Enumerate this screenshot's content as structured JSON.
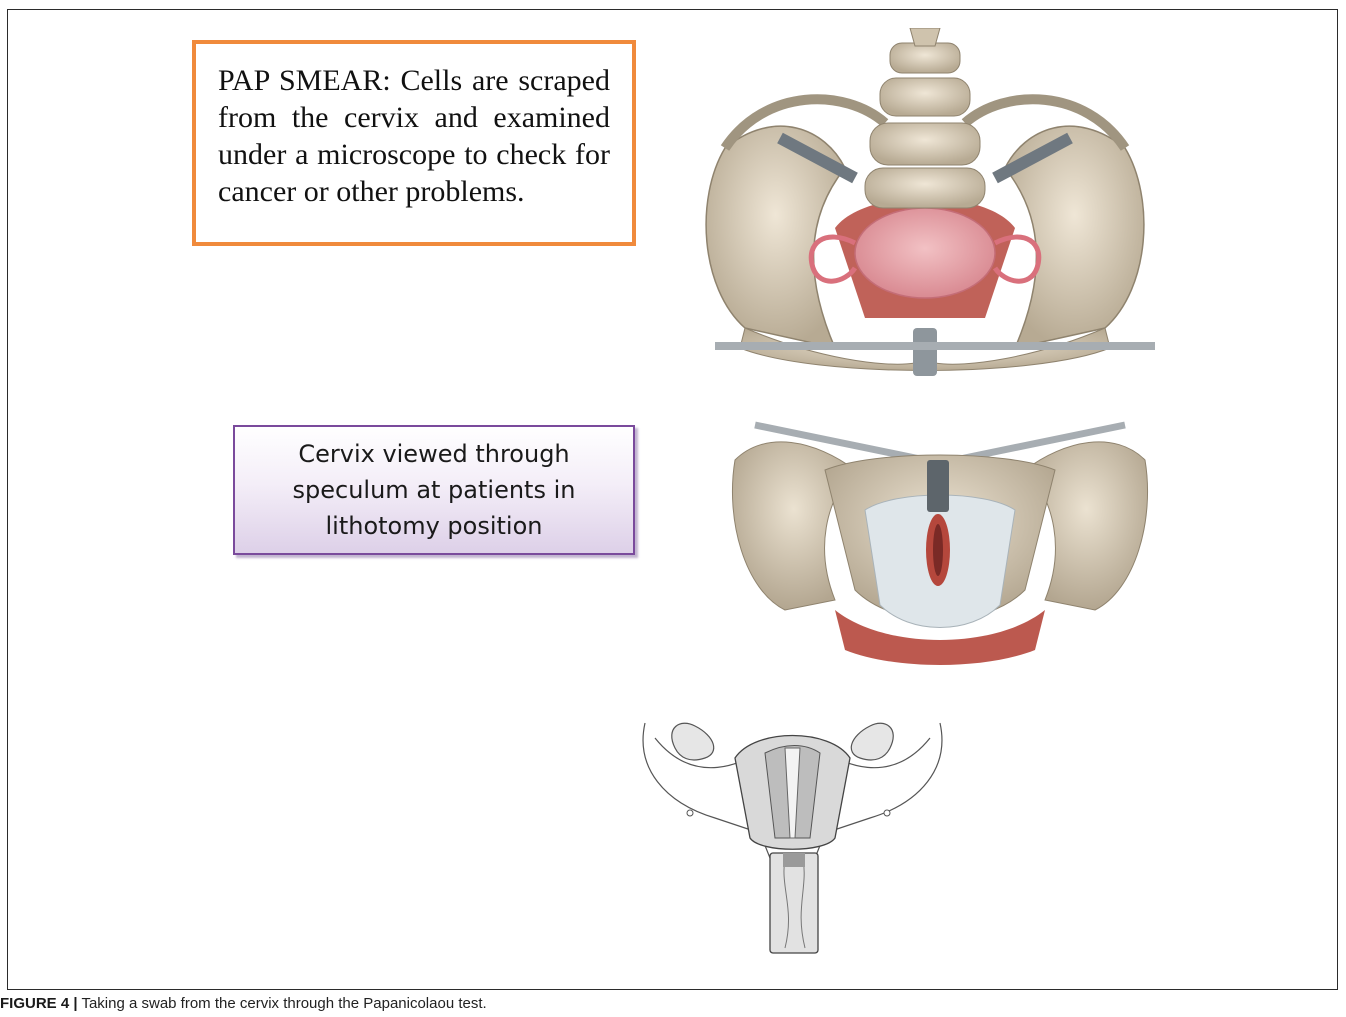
{
  "pap_box": {
    "text": "PAP SMEAR: Cells are scraped from the cervix and examined under a microscope to check for cancer or other problems."
  },
  "cervix_box": {
    "text": "Cervix viewed through speculum at patients in lithotomy position"
  },
  "caption": {
    "label": "FIGURE 4 |",
    "text": " Taking a swab from the cervix through the Papanicolaou test."
  },
  "colors": {
    "orange_border": "#f08a3c",
    "purple_border": "#7a4a9c",
    "bone": "#d8cdb9",
    "muscle": "#b5473c",
    "uterus_pink": "#e7a3a8"
  }
}
